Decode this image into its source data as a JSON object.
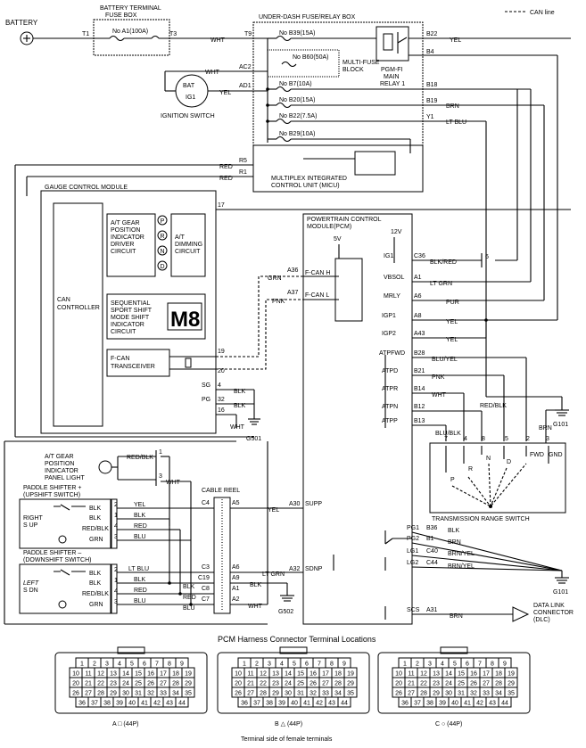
{
  "legend": {
    "can_line": "CAN line"
  },
  "top": {
    "battery": "BATTERY",
    "battery_fuse_box": [
      "BATTERY TERMINAL",
      "FUSE BOX"
    ],
    "fuse_a1": "No A1(100A)",
    "t1": "T1",
    "t3": "T3",
    "t9": "T9",
    "under_dash": "UNDER-DASH FUSE/RELAY BOX",
    "fuse_b39": "No B39(15A)",
    "fuse_b60": "No B60(50A)",
    "fuse_b7": "No B7(10A)",
    "fuse_b20": "No B20(15A)",
    "fuse_b22": "No B22(7.5A)",
    "fuse_b29": "No B29(10A)",
    "multi_fuse": [
      "MULTI-FUSE",
      "BLOCK"
    ],
    "pgm_relay": [
      "PGM-FI",
      "MAIN",
      "RELAY 1"
    ],
    "ignition_switch": "IGNITION SWITCH",
    "bat": "BAT",
    "ig1": "IG1",
    "ac2": "AC2",
    "ad1": "AD1",
    "b22": "B22",
    "b4": "B4",
    "b18": "B18",
    "b19": "B19",
    "y1": "Y1",
    "r5": "R5",
    "r1": "R1",
    "micu": [
      "MULTIPLEX INTEGRATED",
      "CONTROL UNIT (MICU)"
    ],
    "wht": "WHT",
    "yel": "YEL",
    "brn": "BRN",
    "ltblu": "LT BLU",
    "red": "RED"
  },
  "gauge": {
    "title": "GAUGE CONTROL MODULE",
    "can_controller": [
      "CAN",
      "CONTROLLER"
    ],
    "at_gear": [
      "A/T GEAR",
      "POSITION",
      "INDICATOR",
      "DRIVER",
      "CIRCUIT"
    ],
    "dimming": [
      "A/T",
      "DIMMING",
      "CIRCUIT"
    ],
    "gear_letters": [
      "P",
      "R",
      "N",
      "D"
    ],
    "sequential": [
      "SEQUENTIAL",
      "SPORT SHIFT",
      "MODE SHIFT",
      "INDICATOR",
      "CIRCUIT"
    ],
    "m8": "M8",
    "fcan": [
      "F-CAN",
      "TRANSCEIVER"
    ],
    "pins": [
      "17",
      "19",
      "20",
      "SG",
      "4",
      "PG",
      "32",
      "16"
    ],
    "wires": [
      "BLK",
      "BLK",
      "WHT"
    ],
    "g501": "G501"
  },
  "pcm": {
    "title": [
      "POWERTRAIN CONTROL",
      "MODULE(PCM)"
    ],
    "v5": "5V",
    "v12": "12V",
    "fcanh": "F-CAN H",
    "fcanl": "F-CAN L",
    "a36": "A36",
    "a37": "A37",
    "grn": "GRN",
    "pnk": "PNK",
    "ig1": "IG1",
    "c36": "C36",
    "blkred": "BLK/RED",
    "six": "6",
    "vbsol": "VBSOL",
    "a1": "A1",
    "ltgrn": "LT GRN",
    "mrly": "MRLY",
    "a6": "A6",
    "pur": "PUR",
    "igp1": "IGP1",
    "a8": "A8",
    "igp2": "IGP2",
    "a43": "A43",
    "yel": "YEL",
    "atpfwd": "ATPFWD",
    "b28": "B28",
    "bluyel": "BLU/YEL",
    "atpd": "ATPD",
    "b21": "B21",
    "pnk2": "PNK",
    "atpr": "ATPR",
    "b14": "B14",
    "wht": "WHT",
    "atpn": "ATPN",
    "b12": "B12",
    "atpp": "ATPP",
    "b13": "B13",
    "pg1": "PG1",
    "b36": "B36",
    "pg2": "PG2",
    "b1": "B1",
    "lg1": "LG1",
    "c40": "C40",
    "lg2": "LG2",
    "c44": "C44",
    "blk": "BLK",
    "brn": "BRN",
    "brnyel": "BRN/YEL",
    "scs": "SCS",
    "a31": "A31",
    "supp": "SUPP",
    "a30": "A30",
    "sdnp": "SDNP",
    "a32": "A32",
    "ltgrn2": "LT GRN",
    "g101": "G101",
    "dlc": [
      "DATA LINK",
      "CONNECTOR",
      "(DLC)"
    ]
  },
  "trs": {
    "title": "TRANSMISSION RANGE SWITCH",
    "wires": [
      "BLU/BLK",
      "RED/BLK",
      "BLU/YEL",
      "BRN"
    ],
    "pins": [
      "7",
      "4",
      "8",
      "5",
      "2",
      "3"
    ],
    "labels": [
      "P",
      "R",
      "N",
      "D",
      "FWD",
      "GND"
    ]
  },
  "shifter": {
    "panel_light": [
      "A/T GEAR",
      "POSITION",
      "INDICATOR",
      "PANEL LIGHT"
    ],
    "redblk": "RED/BLK",
    "wht": "WHT",
    "one": "1",
    "three": "3",
    "up_title": [
      "PADDLE SHIFTER +",
      "(UPSHIFT SWITCH)"
    ],
    "dn_title": [
      "PADDLE SHIFTER –",
      "(DOWNSHIFT SWITCH)"
    ],
    "right_sup": [
      "RIGHT",
      "S UP"
    ],
    "left_sdn": [
      "LEFT",
      "S DN"
    ],
    "cable_reel": "CABLE REEL",
    "up_left": [
      "BLK",
      "BLK",
      "RED/BLK",
      "GRN"
    ],
    "up_pins": [
      "2",
      "1",
      "4",
      "3"
    ],
    "up_right": [
      "YEL",
      "BLK",
      "RED",
      "BLU"
    ],
    "dn_left": [
      "BLK",
      "BLK",
      "RED/BLK",
      "GRN"
    ],
    "dn_pins": [
      "2",
      "1",
      "4",
      "3"
    ],
    "dn_right": [
      "LT BLU",
      "BLK",
      "RED",
      "BLU"
    ],
    "reel_left_pins": [
      "C4",
      "C3",
      "C19",
      "C8",
      "C7"
    ],
    "reel_right_pins": [
      "A5",
      "A6",
      "A9",
      "A1",
      "A2"
    ],
    "reel_left_wires": [
      "BLK",
      "RED",
      "BLU"
    ],
    "reel_right_wires": [
      "YEL",
      "LT GRN",
      "BLK",
      "WHT"
    ],
    "g502": "G502"
  },
  "connectors": {
    "title": "PCM Harness Connector Terminal Locations",
    "labels": [
      "A □ (44P)",
      "B △ (44P)",
      "C ○ (44P)"
    ],
    "rows": [
      [
        "1",
        "2",
        "3",
        "4",
        "5",
        "6",
        "7",
        "8",
        "9"
      ],
      [
        "10",
        "11",
        "12",
        "13",
        "14",
        "15",
        "16",
        "17",
        "18",
        "19"
      ],
      [
        "20",
        "21",
        "22",
        "23",
        "24",
        "25",
        "26",
        "27",
        "28",
        "29"
      ],
      [
        "26",
        "27",
        "28",
        "29",
        "30",
        "31",
        "32",
        "33",
        "34",
        "35"
      ],
      [
        "36",
        "37",
        "38",
        "39",
        "40",
        "41",
        "42",
        "43",
        "44"
      ]
    ],
    "footer": "Terminal side of female terminals"
  }
}
